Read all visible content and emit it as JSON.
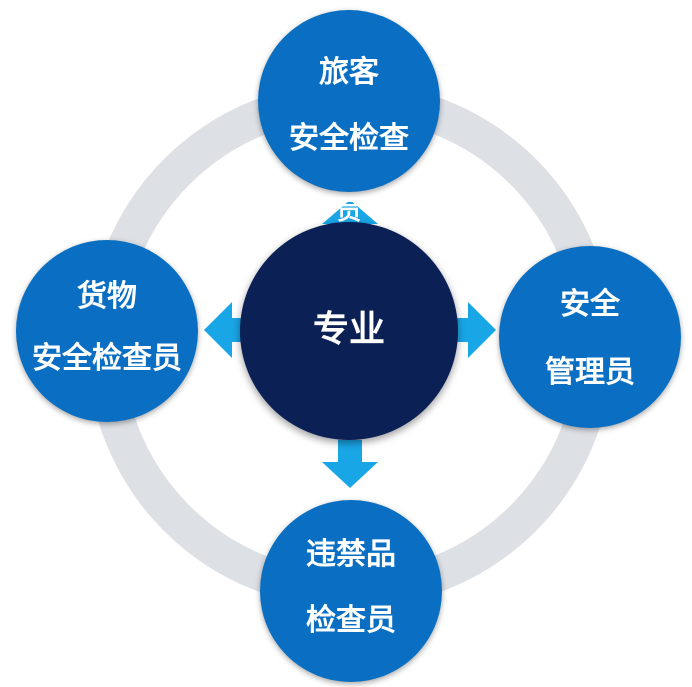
{
  "center": {
    "label": "专业"
  },
  "nodes": {
    "top": {
      "line1": "旅客",
      "line2": "安全检查",
      "line3": "员"
    },
    "left": {
      "line1": "货物",
      "line2": "安全检查员"
    },
    "right": {
      "line1": "安全",
      "line2": "管理员"
    },
    "bottom": {
      "line1": "违禁品",
      "line2": "检查员"
    }
  },
  "colors": {
    "ring": "#dde0e5",
    "node": "#0a6fc2",
    "center": "#0b2156",
    "arrow": "#19a6e6"
  }
}
